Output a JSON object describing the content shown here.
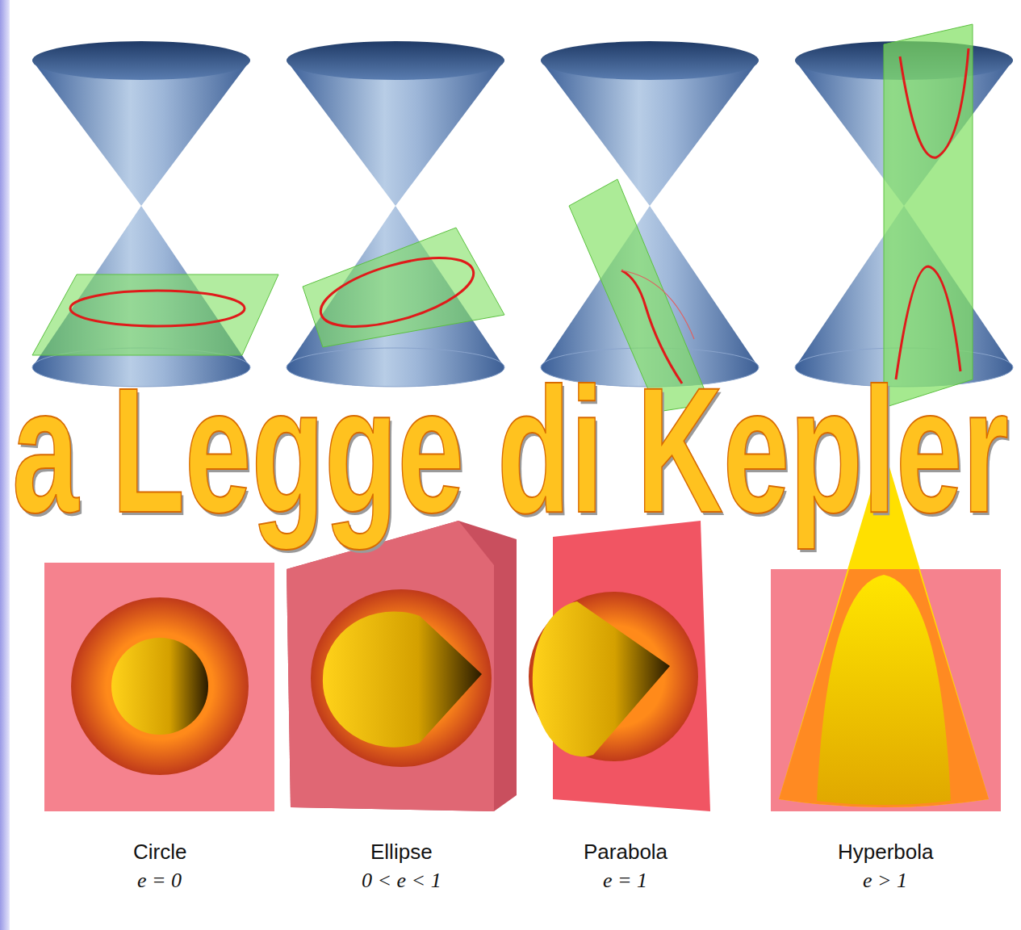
{
  "diagram": {
    "title": "a Legge di Kepler",
    "labels": [
      "Circle",
      "e = 0",
      "Ellipse",
      "0 < e < 1",
      "Parabola",
      "e = 1",
      "Hyperbola",
      "e > 1"
    ]
  }
}
